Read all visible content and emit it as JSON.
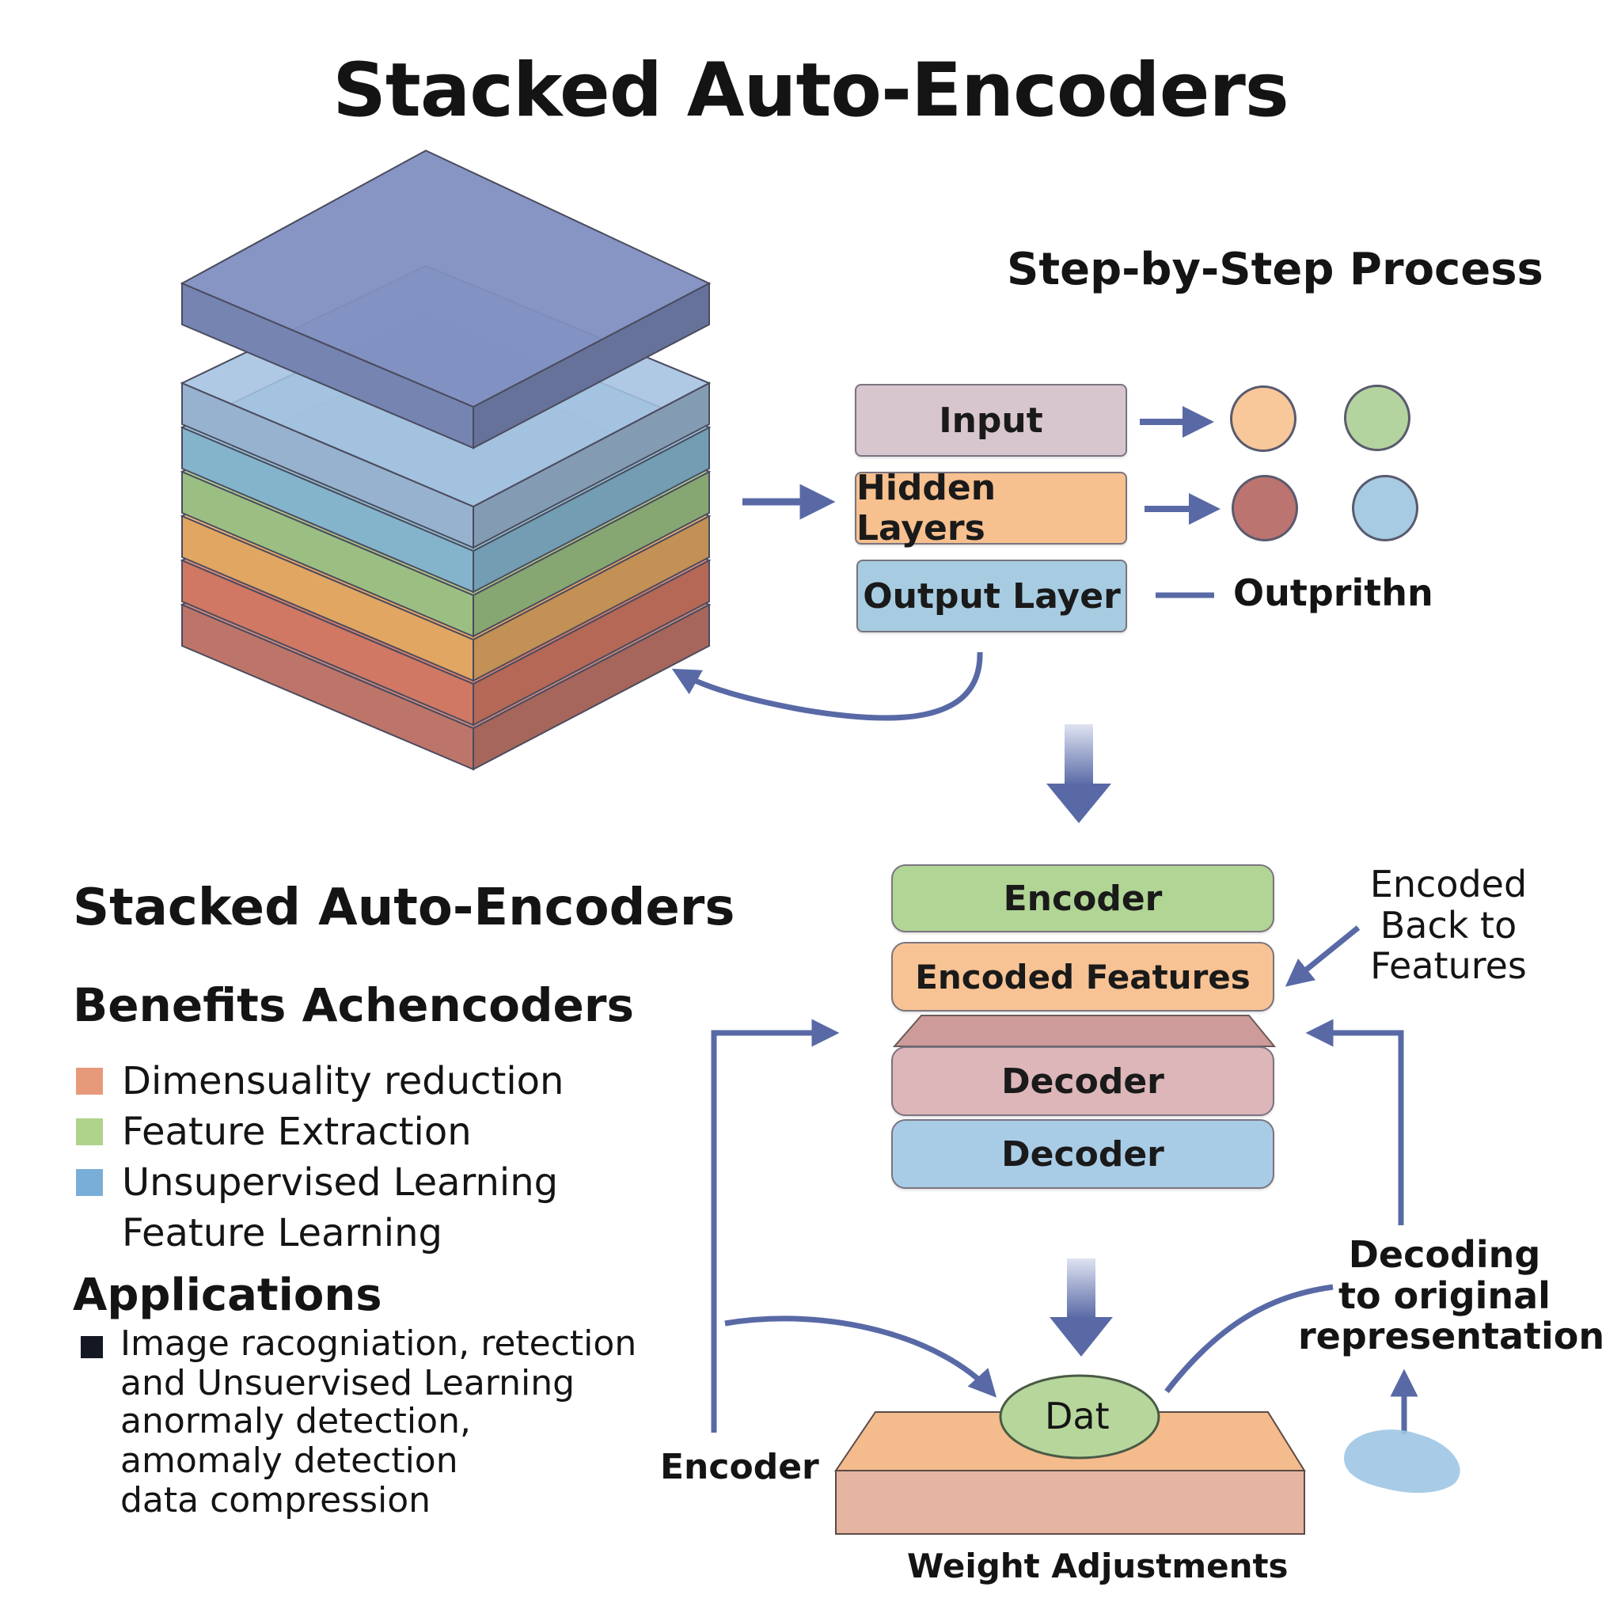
{
  "title": "Stacked Auto-Encoders",
  "process": {
    "heading": "Step-by-Step Process",
    "boxes": [
      {
        "label": "Input",
        "color": "#d8c6cf"
      },
      {
        "label": "Hidden Layers",
        "color": "#f7c08f"
      },
      {
        "label": "Output Layer",
        "color": "#a7cce2"
      }
    ],
    "output_label": "Outprithn",
    "node_colors": [
      "#f8c89a",
      "#b3d49e",
      "#bc7470",
      "#a6cbe2"
    ]
  },
  "stack_layers": [
    "#7f8fc0",
    "#a4c2e0",
    "#8fc4de",
    "#a8d08e",
    "#f4b46a",
    "#e2826c",
    "#cf7f72"
  ],
  "pipeline": {
    "encoder": {
      "label": "Encoder",
      "color": "#b1d595"
    },
    "encoded_features": {
      "label": "Encoded Features",
      "color": "#f8c394"
    },
    "decoder1": {
      "label": "Decoder",
      "color": "#dcb6b9"
    },
    "decoder2": {
      "label": "Decoder",
      "color": "#a9cce6"
    },
    "encoded_back": "Encoded\nBack to\nFeatures",
    "decoding_label": "Decoding\nto original\nrepresentation",
    "data_label": "Dat",
    "encoder_side_label": "Encoder",
    "weight_label": "Weight Adjustments"
  },
  "left": {
    "heading": "Stacked Auto-Encoders",
    "benefits_heading": "Benefits Achencoders",
    "benefits": [
      {
        "label": "Dimensuality reduction",
        "color": "#e79a7a"
      },
      {
        "label": "Feature Extraction",
        "color": "#b0d38b"
      },
      {
        "label": "Unsupervised Learning",
        "color": "#79aed9"
      }
    ],
    "benefit_extra": "Feature Learning",
    "applications_heading": "Applications",
    "applications": [
      "Image racogniation, retection",
      "and Unsuervised Learning",
      "anormaly detection,",
      "amomaly detection",
      "data compression"
    ],
    "app_bullet_color": "#141822"
  },
  "arrow_color": "#5869a6"
}
